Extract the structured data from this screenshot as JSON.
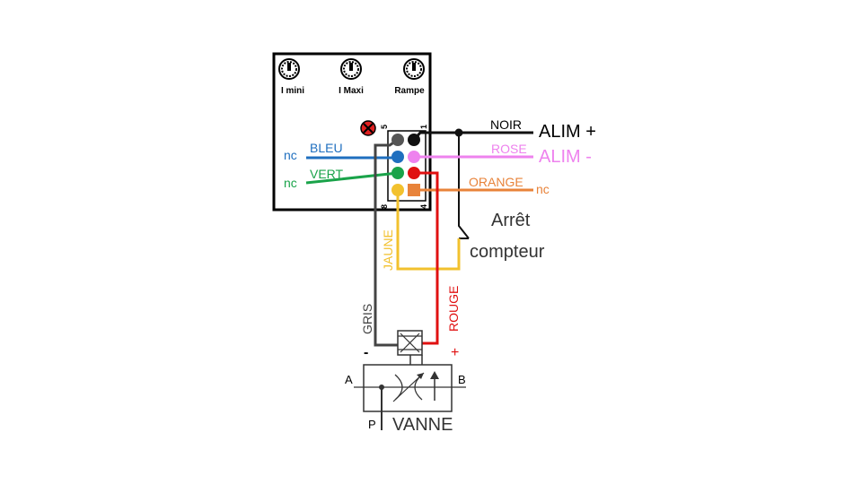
{
  "module": {
    "knobs": [
      "I mini",
      "I Maxi",
      "Rampe"
    ],
    "pins": {
      "p1": "1",
      "p4": "4",
      "p5": "5",
      "p8": "8"
    }
  },
  "wires": {
    "noir": "NOIR",
    "rose": "ROSE",
    "bleu": "BLEU",
    "vert": "VERT",
    "orange": "ORANGE",
    "jaune": "JAUNE",
    "gris": "GRIS",
    "rouge": "ROUGE"
  },
  "labels": {
    "alim_plus": "ALIM +",
    "alim_minus": "ALIM -",
    "nc": "nc",
    "arret": "Arrêt",
    "compteur": "compteur",
    "minus": "-",
    "plus": "+",
    "port_a": "A",
    "port_b": "B",
    "port_p": "P",
    "vanne": "VANNE"
  },
  "colors": {
    "noir": "#111111",
    "rose": "#ee82ee",
    "bleu": "#1f6fbf",
    "vert": "#1aa34a",
    "orange": "#e8833a",
    "jaune": "#f2c12e",
    "gris": "#444444",
    "rouge": "#e01010",
    "fault": "#e02020"
  }
}
